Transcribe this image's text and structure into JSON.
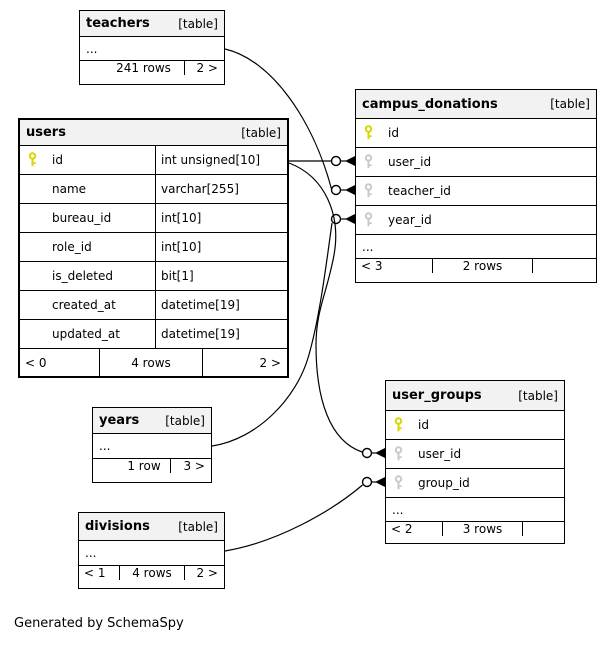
{
  "diagram": {
    "generator_note": "Generated by SchemaSpy"
  },
  "colors": {
    "primary_key": "#d6d600",
    "foreign_key": "#c9c9c9",
    "header_bg": "#f2f2f2",
    "border": "#000000",
    "connector": "#000000"
  },
  "tables": [
    {
      "id": "teachers",
      "name": "teachers",
      "tag": "[table]",
      "columns": [],
      "ellipsis": "...",
      "footer": {
        "left": "",
        "center": "241 rows",
        "right": "2 >"
      }
    },
    {
      "id": "users",
      "name": "users",
      "tag": "[table]",
      "columns": [
        {
          "name": "id",
          "type": "int unsigned[10]",
          "key": "primary"
        },
        {
          "name": "name",
          "type": "varchar[255]"
        },
        {
          "name": "bureau_id",
          "type": "int[10]"
        },
        {
          "name": "role_id",
          "type": "int[10]"
        },
        {
          "name": "is_deleted",
          "type": "bit[1]"
        },
        {
          "name": "created_at",
          "type": "datetime[19]"
        },
        {
          "name": "updated_at",
          "type": "datetime[19]"
        }
      ],
      "ellipsis": null,
      "footer": {
        "left": "< 0",
        "center": "4 rows",
        "right": "2 >"
      }
    },
    {
      "id": "campus_donations",
      "name": "campus_donations",
      "tag": "[table]",
      "columns": [
        {
          "name": "id",
          "key": "primary"
        },
        {
          "name": "user_id",
          "key": "foreign"
        },
        {
          "name": "teacher_id",
          "key": "foreign"
        },
        {
          "name": "year_id",
          "key": "foreign"
        }
      ],
      "ellipsis": "...",
      "footer": {
        "left": "< 3",
        "center": "2 rows",
        "right": ""
      }
    },
    {
      "id": "user_groups",
      "name": "user_groups",
      "tag": "[table]",
      "columns": [
        {
          "name": "id",
          "key": "primary"
        },
        {
          "name": "user_id",
          "key": "foreign"
        },
        {
          "name": "group_id",
          "key": "foreign"
        }
      ],
      "ellipsis": "...",
      "footer": {
        "left": "< 2",
        "center": "3 rows",
        "right": ""
      }
    },
    {
      "id": "years",
      "name": "years",
      "tag": "[table]",
      "columns": [],
      "ellipsis": "...",
      "footer": {
        "left": "",
        "center": "1 row",
        "right": "3 >"
      }
    },
    {
      "id": "divisions",
      "name": "divisions",
      "tag": "[table]",
      "columns": [],
      "ellipsis": "...",
      "footer": {
        "left": "< 1",
        "center": "4 rows",
        "right": "2 >"
      }
    }
  ],
  "relationships": [
    {
      "from": "teachers",
      "to_table": "campus_donations",
      "to_column": "teacher_id"
    },
    {
      "from": "users.id",
      "to_table": "campus_donations",
      "to_column": "user_id"
    },
    {
      "from": "years",
      "to_table": "campus_donations",
      "to_column": "year_id"
    },
    {
      "from": "users.id",
      "to_table": "user_groups",
      "to_column": "user_id"
    },
    {
      "from": "divisions",
      "to_table": "user_groups",
      "to_column": "group_id"
    }
  ]
}
